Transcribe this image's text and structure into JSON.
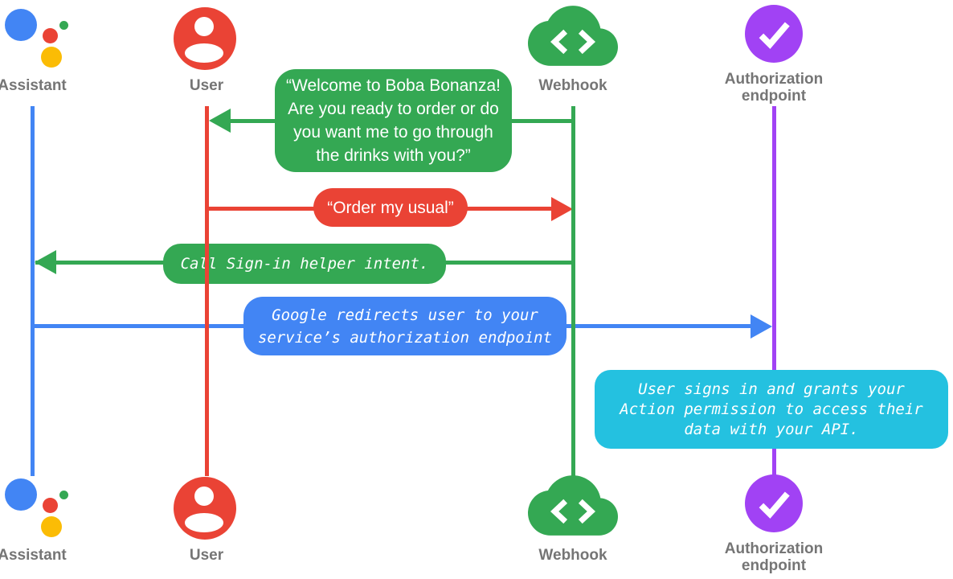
{
  "diagram": {
    "kind": "sequence-diagram",
    "background": "#FFFFFF"
  },
  "colors": {
    "assistant_blue": "#4285F4",
    "user_red": "#EA4335",
    "webhook_green": "#34A853",
    "assistant_yellow": "#FBBC05",
    "auth_purple": "#A142F4",
    "note_cyan": "#24C1E0",
    "label_gray": "#757575",
    "bubble_text": "#FFFFFF"
  },
  "actors": [
    {
      "id": "assistant",
      "label": "Assistant",
      "icon": "google-assistant-icon",
      "color": "#4285F4"
    },
    {
      "id": "user",
      "label": "User",
      "icon": "user-icon",
      "color": "#EA4335"
    },
    {
      "id": "webhook",
      "label": "Webhook",
      "icon": "cloud-code-icon",
      "color": "#34A853"
    },
    {
      "id": "authorization-endpoint",
      "label": "Authorization\nendpoint",
      "icon": "check-circle-icon",
      "color": "#A142F4"
    }
  ],
  "messages": [
    {
      "from": "Webhook",
      "to": "User",
      "style": "speech",
      "color": "#34A853",
      "text": "“Welcome to Boba Bonanza!\nAre you ready to order or do\nyou want me to go through\nthe drinks with you?”"
    },
    {
      "from": "User",
      "to": "Webhook",
      "style": "speech",
      "color": "#EA4335",
      "text": "“Order my usual”"
    },
    {
      "from": "Webhook",
      "to": "Assistant",
      "style": "system",
      "color": "#34A853",
      "text": "Call Sign-in helper intent."
    },
    {
      "from": "Assistant",
      "to": "Authorization endpoint",
      "style": "system",
      "color": "#4285F4",
      "text": "Google redirects user to your\nservice’s authorization endpoint"
    }
  ],
  "note": {
    "at": "Authorization endpoint",
    "style": "system",
    "color": "#24C1E0",
    "text": "User signs in and grants your\nAction permission to access their\ndata with your API."
  }
}
